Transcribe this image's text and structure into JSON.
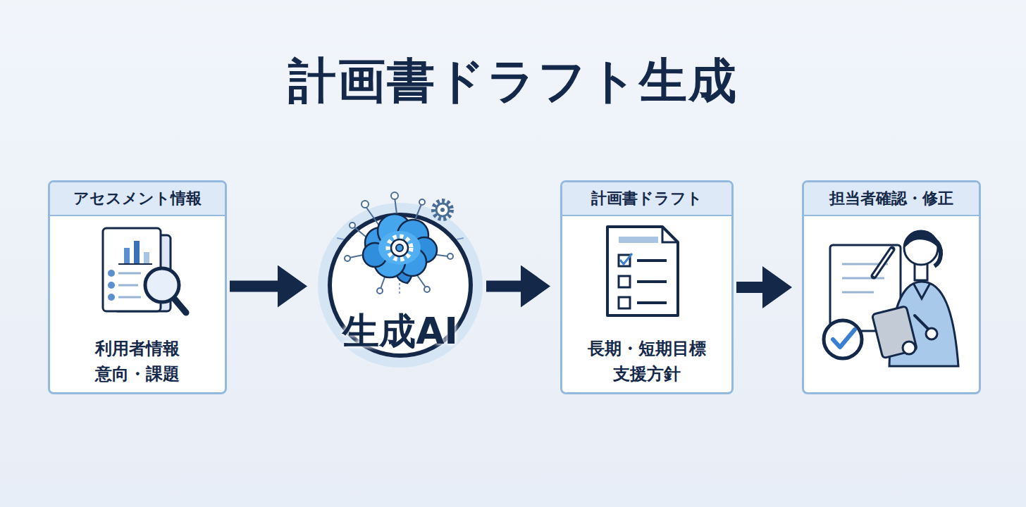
{
  "diagram": {
    "title": "計画書ドラフト生成",
    "nodes": [
      {
        "text": [
          "アセスメント情報",
          "利用者情報 意向・課題"
        ]
      },
      {
        "text": [
          "生成AI"
        ]
      },
      {
        "text": [
          "計画書ドラフト",
          "長期・短期目標 支援方針"
        ]
      },
      {
        "text": [
          "担当者確認・修正"
        ]
      }
    ],
    "edges": [
      {
        "from": 0,
        "to": 1,
        "arrow": "to"
      },
      {
        "from": 1,
        "to": 2,
        "arrow": "to"
      },
      {
        "from": 2,
        "to": 3,
        "arrow": "to"
      }
    ]
  }
}
